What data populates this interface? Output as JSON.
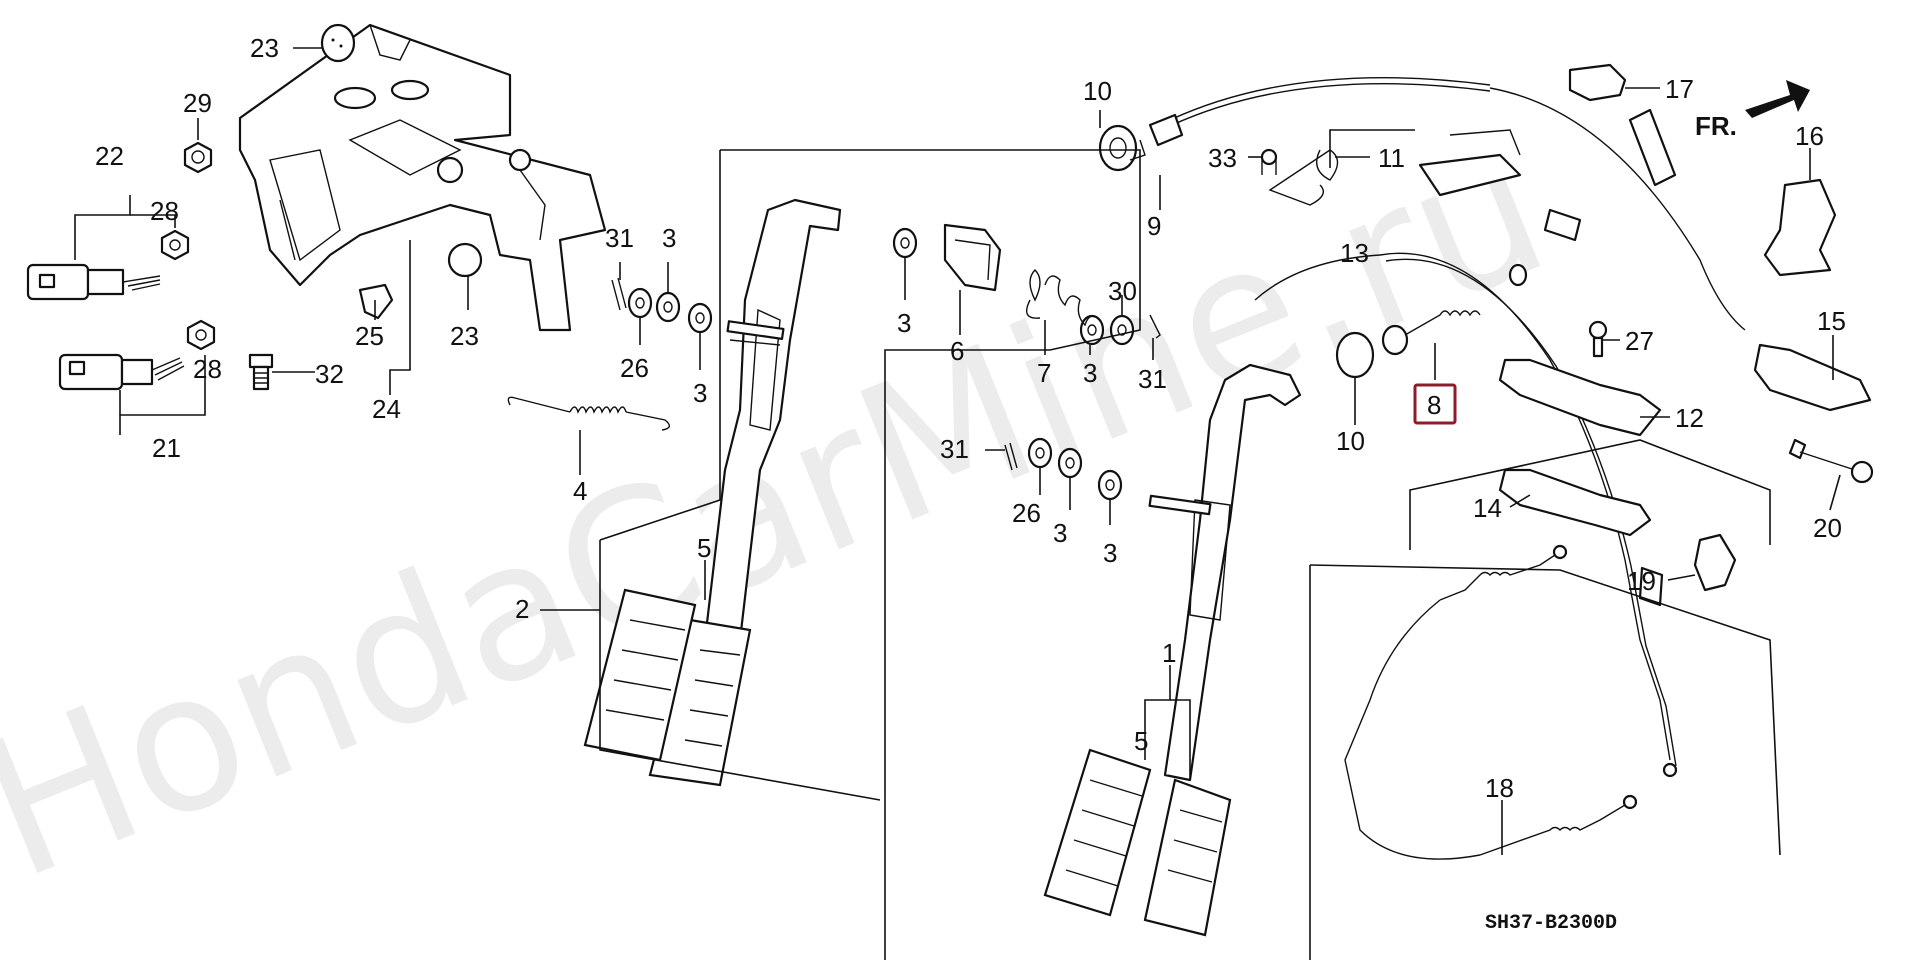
{
  "watermark": "HondaCarMine.ru",
  "diagram_code": "SH37-B2300D",
  "direction_label": "FR.",
  "highlighted_callout": "8",
  "callouts": [
    {
      "id": "c23a",
      "text": "23"
    },
    {
      "id": "c29",
      "text": "29"
    },
    {
      "id": "c22",
      "text": "22"
    },
    {
      "id": "c28a",
      "text": "28"
    },
    {
      "id": "c28b",
      "text": "28"
    },
    {
      "id": "c21",
      "text": "21"
    },
    {
      "id": "c25",
      "text": "25"
    },
    {
      "id": "c32",
      "text": "32"
    },
    {
      "id": "c24",
      "text": "24"
    },
    {
      "id": "c23b",
      "text": "23"
    },
    {
      "id": "c31a",
      "text": "31"
    },
    {
      "id": "c3a",
      "text": "3"
    },
    {
      "id": "c26a",
      "text": "26"
    },
    {
      "id": "c3b",
      "text": "3"
    },
    {
      "id": "c4",
      "text": "4"
    },
    {
      "id": "c3c",
      "text": "3"
    },
    {
      "id": "c6",
      "text": "6"
    },
    {
      "id": "c7",
      "text": "7"
    },
    {
      "id": "c3d",
      "text": "3"
    },
    {
      "id": "c30",
      "text": "30"
    },
    {
      "id": "c31b",
      "text": "31"
    },
    {
      "id": "c31c",
      "text": "31"
    },
    {
      "id": "c26b",
      "text": "26"
    },
    {
      "id": "c3e",
      "text": "3"
    },
    {
      "id": "c3f",
      "text": "3"
    },
    {
      "id": "c5a",
      "text": "5"
    },
    {
      "id": "c2",
      "text": "2"
    },
    {
      "id": "c1",
      "text": "1"
    },
    {
      "id": "c5b",
      "text": "5"
    },
    {
      "id": "c10a",
      "text": "10"
    },
    {
      "id": "c9",
      "text": "9"
    },
    {
      "id": "c33",
      "text": "33"
    },
    {
      "id": "c11",
      "text": "11"
    },
    {
      "id": "c13",
      "text": "13"
    },
    {
      "id": "c10b",
      "text": "10"
    },
    {
      "id": "c8",
      "text": "8"
    },
    {
      "id": "c17",
      "text": "17"
    },
    {
      "id": "c16",
      "text": "16"
    },
    {
      "id": "c27",
      "text": "27"
    },
    {
      "id": "c15",
      "text": "15"
    },
    {
      "id": "c12",
      "text": "12"
    },
    {
      "id": "c14",
      "text": "14"
    },
    {
      "id": "c20",
      "text": "20"
    },
    {
      "id": "c19",
      "text": "19"
    },
    {
      "id": "c18",
      "text": "18"
    }
  ]
}
